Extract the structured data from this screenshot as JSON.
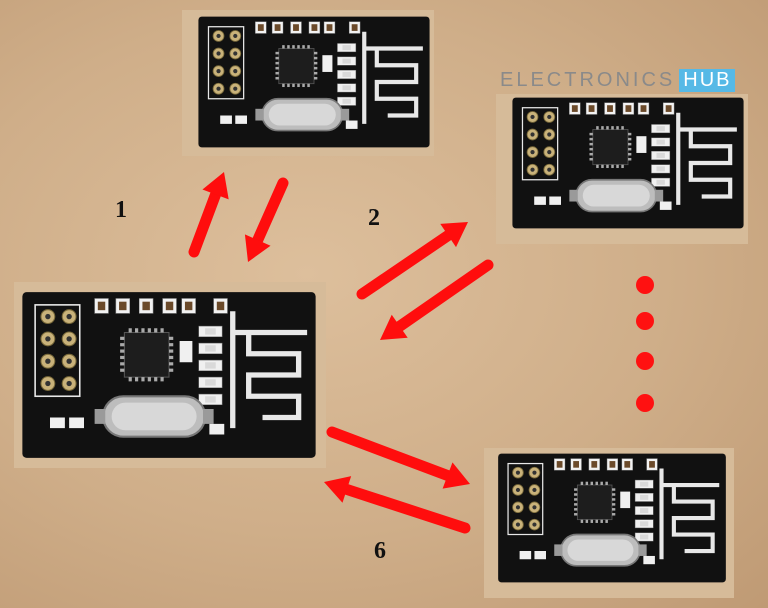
{
  "logo": {
    "part1": "ELECTRONICS",
    "part2": "HUB",
    "text_color": "#8a8a8a",
    "badge_color": "#56b9e6"
  },
  "labels": [
    {
      "id": "pipe-1",
      "text": "1"
    },
    {
      "id": "pipe-2",
      "text": "2"
    },
    {
      "id": "pipe-6",
      "text": "6"
    }
  ],
  "colors": {
    "background": "#d2b08b",
    "pcb": "#111111",
    "silkscreen": "#e8e8e8",
    "arrow": "#ff0d0d",
    "dots": "#ff1111",
    "crystal": "#bdbdbd"
  },
  "modules": [
    {
      "id": "module-top",
      "role": "receiver"
    },
    {
      "id": "module-right-top",
      "role": "receiver"
    },
    {
      "id": "module-center",
      "role": "transmitter"
    },
    {
      "id": "module-right-bottom",
      "role": "receiver"
    }
  ],
  "dot_count": 4
}
